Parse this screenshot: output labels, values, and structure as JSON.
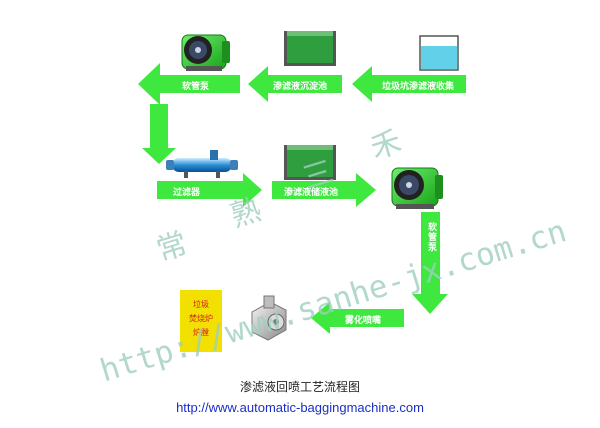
{
  "labels": {
    "pump_top": "软管泵",
    "sediment_pool": "渗滤液沉淀池",
    "collection_pool": "垃圾坑渗滤液收集",
    "filter": "过滤器",
    "storage_pool": "渗滤液储液池",
    "pump_right": "软管泵",
    "nozzle": "雾化喷嘴",
    "incinerator": [
      "垃圾",
      "焚烧炉",
      "炉膛"
    ]
  },
  "caption": "渗滤液回喷工艺流程图",
  "url": "http://www.automatic-baggingmachine.com",
  "watermark": {
    "url": "http://www.sanhe-jx.com.cn",
    "chars": [
      "常",
      "熟",
      "三",
      "禾"
    ]
  },
  "colors": {
    "arrow": "#3ee83e",
    "pump_body": "#2fd42f",
    "pool_water": "#2f9e3f",
    "collection_water": "#63d0ea",
    "incinerator_box": "#f2e000",
    "text_red": "#d02020",
    "url_blue": "#1a2fc9",
    "watermark": "#9fcfbf"
  }
}
